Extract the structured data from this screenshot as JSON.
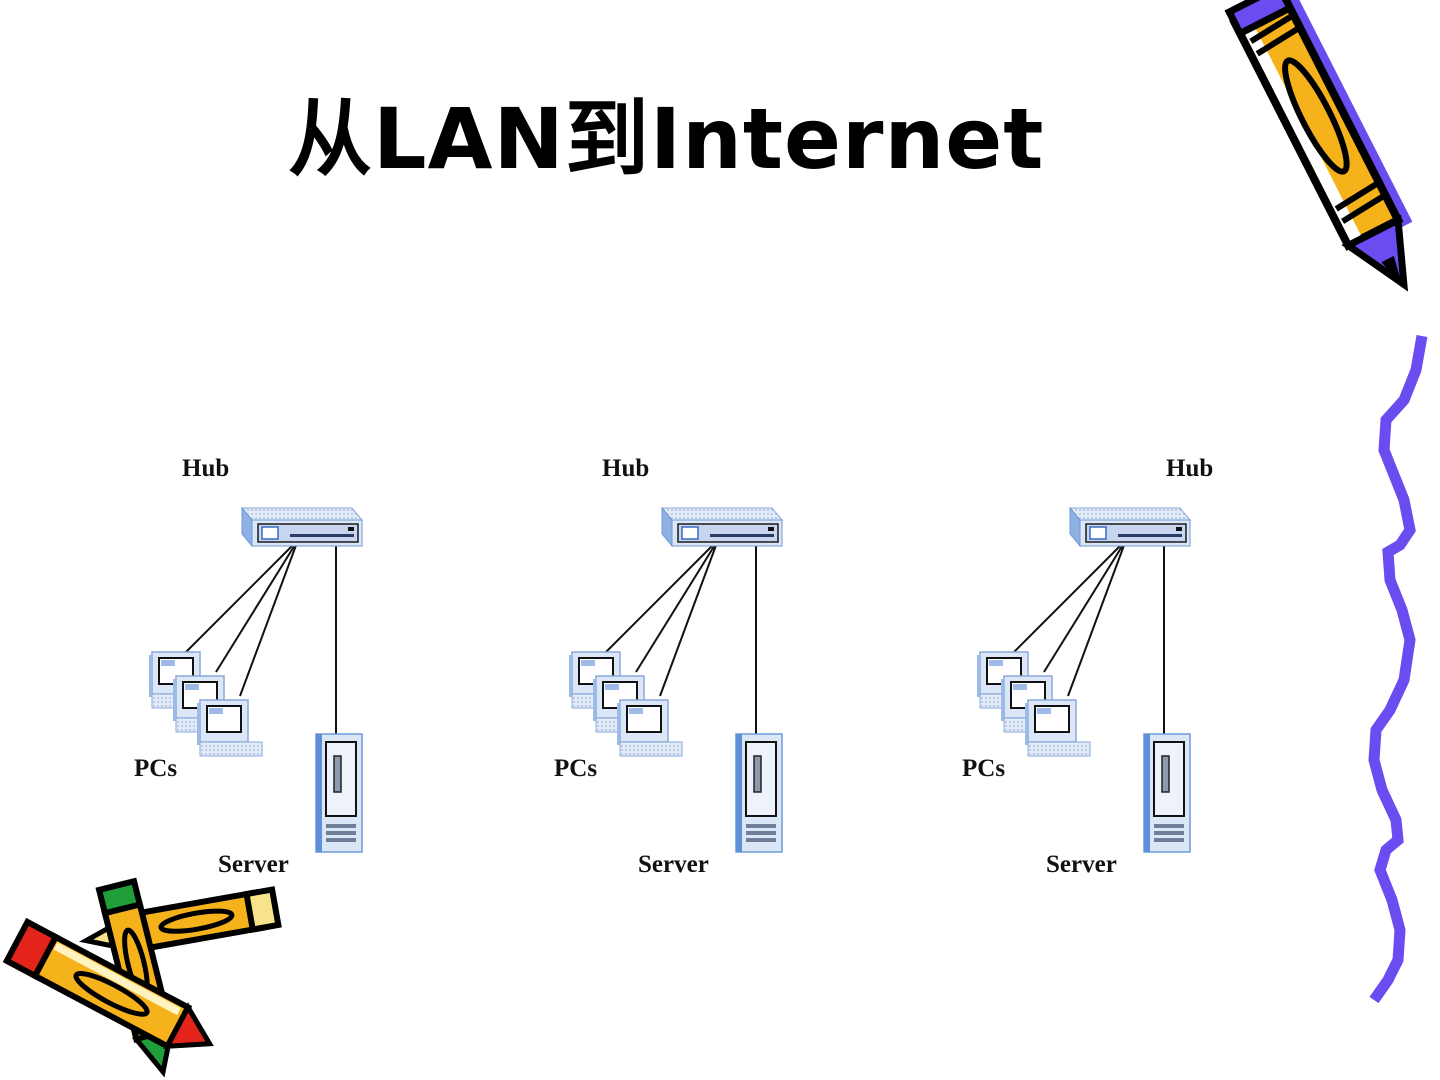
{
  "slide": {
    "title": "从LAN到Internet"
  },
  "diagram": {
    "groups": [
      {
        "hub_label": "Hub",
        "pcs_label": "PCs",
        "server_label": "Server",
        "pc_count": 3
      },
      {
        "hub_label": "Hub",
        "pcs_label": "PCs",
        "server_label": "Server",
        "pc_count": 3
      },
      {
        "hub_label": "Hub",
        "pcs_label": "PCs",
        "server_label": "Server",
        "pc_count": 3
      }
    ]
  },
  "decorations": {
    "top_right": "purple-orange-pencil-icon",
    "bottom_left": "crossed-pencils-icon",
    "right_edge": "squiggly-line"
  },
  "colors": {
    "pencil_orange": "#f5b21b",
    "pencil_purple": "#6a4cf0",
    "pencil_red": "#e3241b",
    "pencil_green": "#1f9e3a",
    "device_blue": "#6e9ad8",
    "device_light": "#dbe6f6"
  }
}
